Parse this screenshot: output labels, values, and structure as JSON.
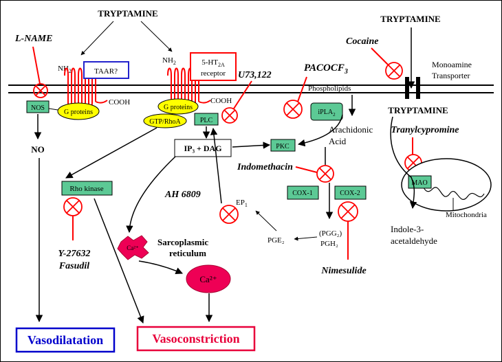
{
  "labels": {
    "tryptamine_left": "TRYPTAMINE",
    "tryptamine_right_top": "TRYPTAMINE",
    "tryptamine_right_mid": "TRYPTAMINE",
    "l_name": "L-NAME",
    "nh2_left": "NH",
    "nh2_right": "NH",
    "sub_2": "2",
    "taar": "TAAR?",
    "ht2a_main": "5-HT",
    "ht2a_sub": "2A",
    "ht2a_line2": "receptor",
    "cooh_left": "COOH",
    "cooh_right": "COOH",
    "nos": "NOS",
    "g_proteins_left": "G proteins",
    "g_proteins_right": "G proteins",
    "gtp_rhoa": "GTP/RhoA",
    "plc": "PLC",
    "u73122": "U73,122",
    "cocaine": "Cocaine",
    "pacocf3_main": "PACOCF",
    "pacocf3_sub": "3",
    "phospholipids": "Phospholipids",
    "monoamine_line1": "Monoamine",
    "monoamine_line2": "Transporter",
    "ipla2_main": "iPLA",
    "ipla2_sub": "2",
    "no": "NO",
    "ip3_dag": "IP₃ + DAG",
    "pkc": "PKC",
    "arachidonic_line1": "Arachidonic",
    "arachidonic_line2": "Acid",
    "tranylcypromine": "Tranylcypromine",
    "rho_kinase": "Rho kinase",
    "indomethacin": "Indomethacin",
    "ah6809": "AH 6809",
    "ep1_main": "EP",
    "ep1_sub": "1",
    "cox1": "COX-1",
    "cox2": "COX-2",
    "mao": "MAO",
    "mitochondria": "Mitochondria",
    "ca_small": "Ca²⁺",
    "sarcoplasmic_line1": "Sarcoplasmic",
    "sarcoplasmic_line2": "reticulum",
    "pgg2": "(PGG₂)",
    "pgh2": "PGH₂",
    "pge2": "PGE₂",
    "indole_line1": "Indole-3-",
    "indole_line2": "acetaldehyde",
    "y27632": "Y-27632",
    "fasudil": "Fasudil",
    "ca_big": "Ca²⁺",
    "nimesulide": "Nimesulide",
    "vasodilatation": "Vasodilatation",
    "vasoconstriction": "Vasoconstriction"
  },
  "colors": {
    "inhibitor_red": "#ff0000",
    "box_green": "#5cc995",
    "g_protein_yellow": "#ffff00",
    "ca_magenta": "#ee0055",
    "vasodilatation_blue": "#0000cc",
    "vasoconstriction_red": "#e8003a",
    "taar_border": "#2222cc"
  }
}
